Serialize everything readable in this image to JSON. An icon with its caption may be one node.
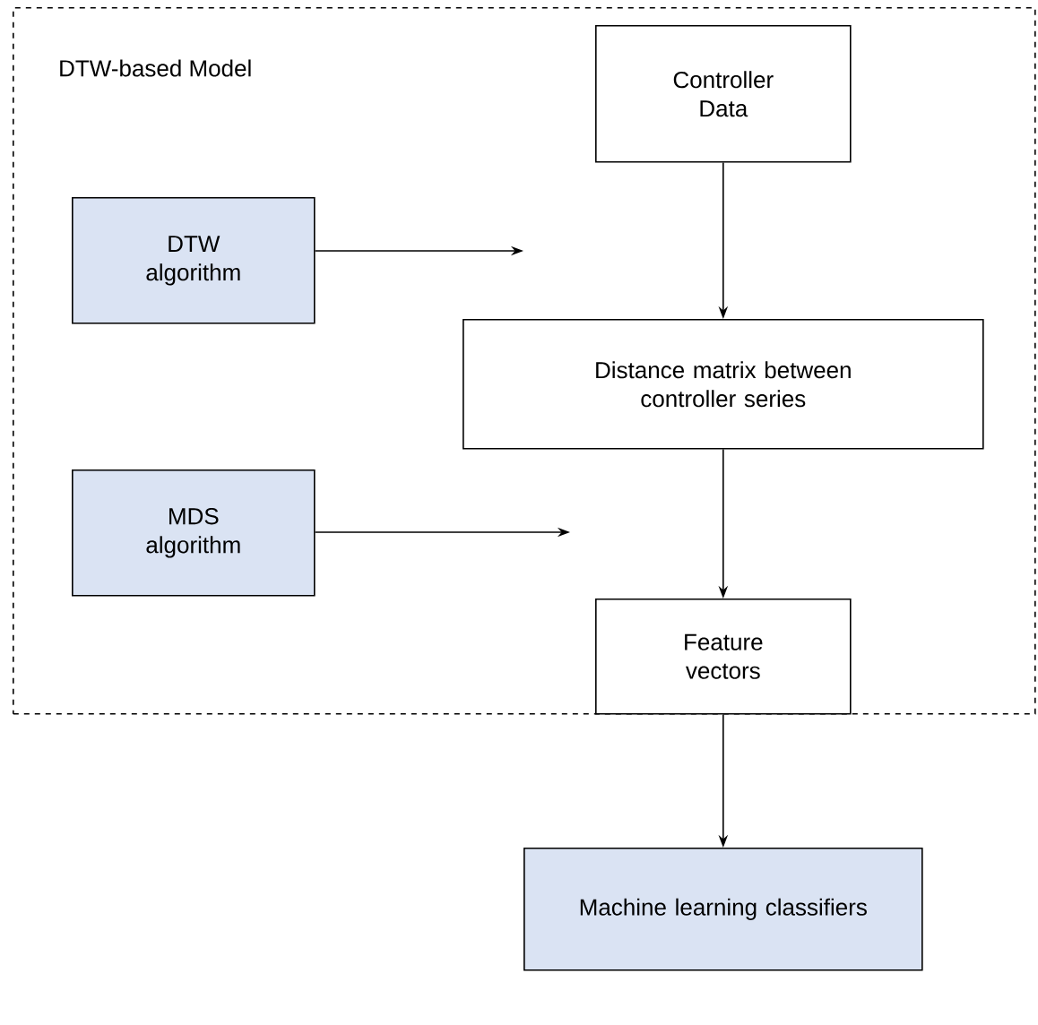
{
  "diagram": {
    "nodes": [
      {
        "text": [
          "DTW-based Model"
        ]
      },
      {
        "text": [
          "Controller Data"
        ],
        "in": 0
      },
      {
        "text": [
          "DTW algorithm"
        ],
        "in": 0
      },
      {
        "text": [
          "Distance matrix between controller series"
        ],
        "in": 0
      },
      {
        "text": [
          "MDS algorithm"
        ],
        "in": 0
      },
      {
        "text": [
          "Feature vectors"
        ],
        "in": 0
      },
      {
        "text": [
          "Machine learning classifiers"
        ]
      }
    ],
    "edges": [
      {
        "from": 1,
        "to": 3,
        "arrow": "to"
      },
      {
        "from": 2,
        "to": null,
        "arrow": "to"
      },
      {
        "from": 3,
        "to": 5,
        "arrow": "to"
      },
      {
        "from": 4,
        "to": null,
        "arrow": "to"
      },
      {
        "from": 5,
        "to": 6,
        "arrow": "to"
      }
    ]
  }
}
